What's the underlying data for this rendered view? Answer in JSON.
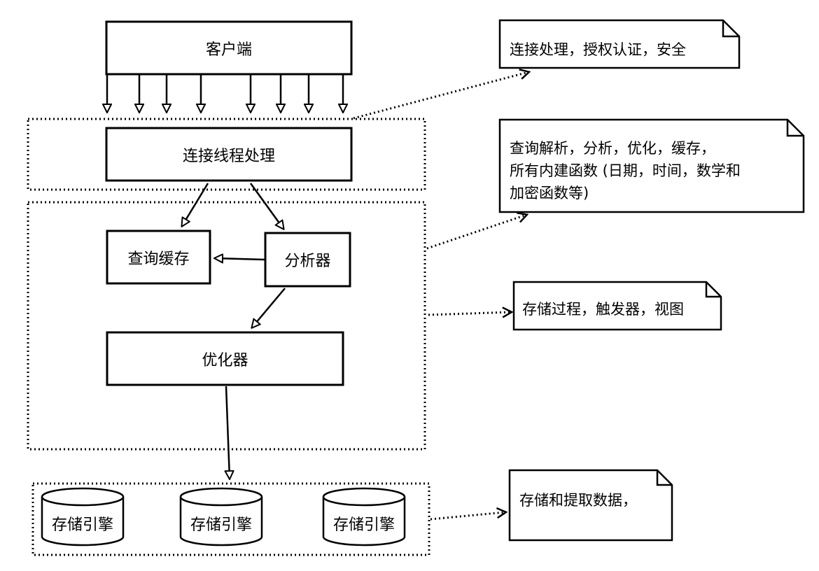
{
  "nodes": {
    "client": "客户端",
    "connection_thread": "连接线程处理",
    "query_cache": "查询缓存",
    "analyzer": "分析器",
    "optimizer": "优化器",
    "storage_engine_1": "存储引擎",
    "storage_engine_2": "存储引擎",
    "storage_engine_3": "存储引擎"
  },
  "notes": {
    "connection": "连接处理，授权认证，安全",
    "parsing_line1": "查询解析，分析，优化，缓存，",
    "parsing_line2": "所有内建函数 (日期，时间，数学和",
    "parsing_line3": "加密函数等)",
    "procedures": "存储过程，触发器，视图",
    "storage": "存储和提取数据，"
  }
}
